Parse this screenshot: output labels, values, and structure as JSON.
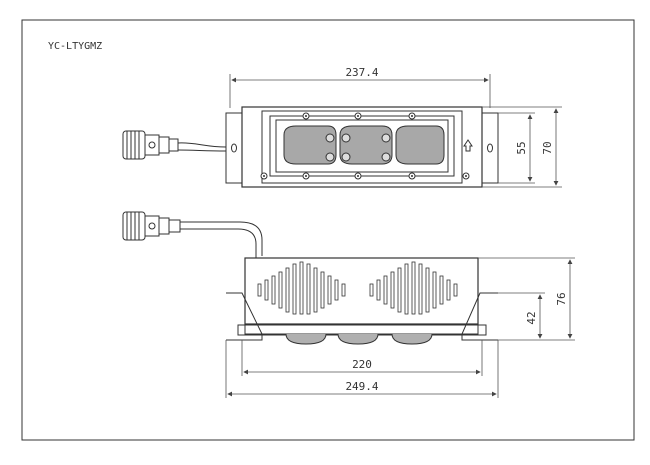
{
  "drawing": {
    "model": "YC-LTYGMZ"
  },
  "dimensions": {
    "top_width": "237.4",
    "inner_height": "55",
    "outer_height": "70",
    "total_height": "76",
    "lower_height": "42",
    "inner_width": "220",
    "outer_width": "249.4"
  },
  "colors": {
    "line": "#333333",
    "dim_line": "#555555",
    "fill_dark": "#9a9a9a",
    "fill_light": "#cfcfcf"
  }
}
